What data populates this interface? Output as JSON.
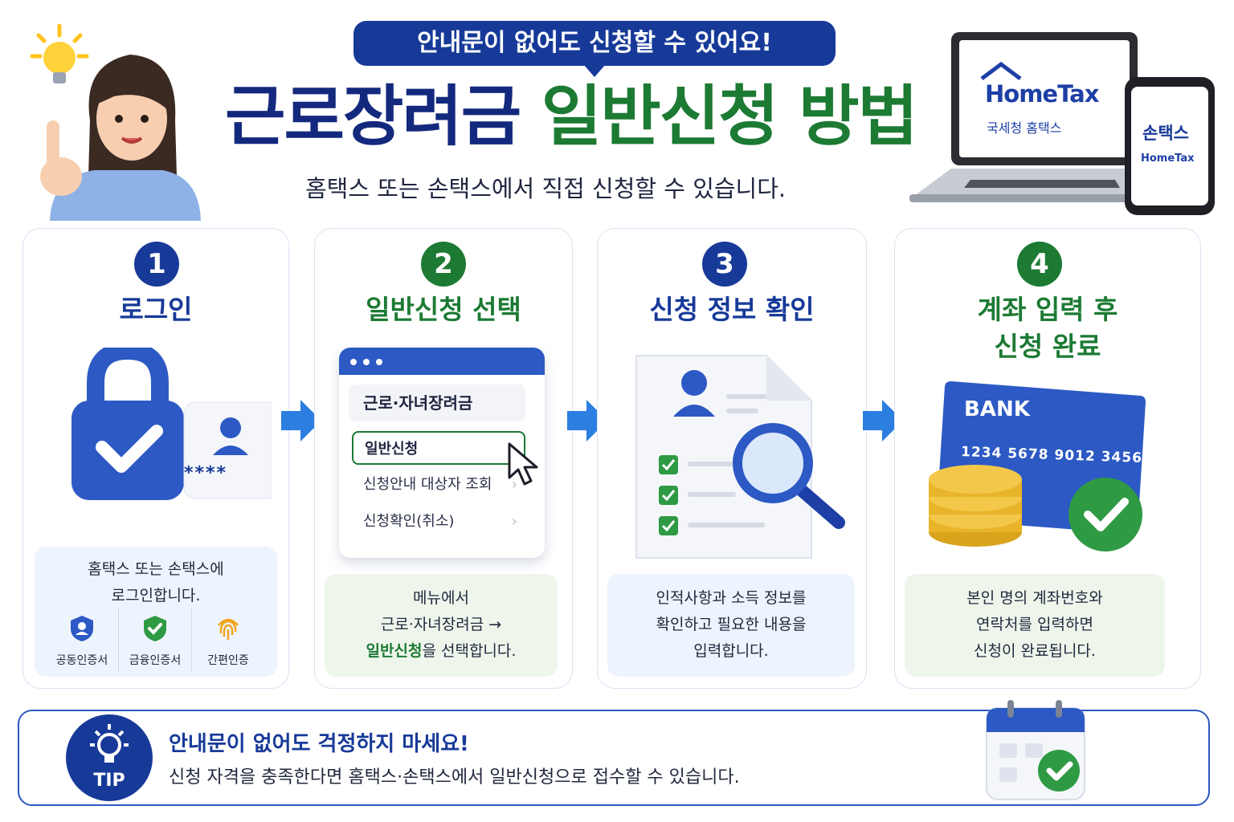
{
  "header": {
    "badge": "안내문이 없어도 신청할 수 있어요!",
    "title_part1": "근로장려금",
    "title_part2": "일반신청 방법",
    "subtitle": "홈택스 또는 손택스에서 직접 신청할 수 있습니다.",
    "hometax_logo": "HomeTax",
    "hometax_sub": "국세청 홈택스",
    "sontax_logo": "손택스",
    "sontax_sub": "HomeTax"
  },
  "steps": [
    {
      "num": "1",
      "title": "로그인",
      "password_mask": "****",
      "desc_line1": "홈택스 또는 손택스에",
      "desc_line2": "로그인합니다.",
      "auth_methods": [
        "공동인증서",
        "금융인증서",
        "간편인증"
      ]
    },
    {
      "num": "2",
      "title": "일반신청 선택",
      "menu_header": "근로·자녀장려금",
      "menu_items": [
        "일반신청",
        "신청안내 대상자 조회",
        "신청확인(취소)"
      ],
      "desc_line1": "메뉴에서",
      "desc_line2": "근로·자녀장려금 →",
      "desc_highlight": "일반신청",
      "desc_line3_rest": "을 선택합니다."
    },
    {
      "num": "3",
      "title": "신청 정보 확인",
      "desc_line1": "인적사항과 소득 정보를",
      "desc_line2": "확인하고 필요한 내용을",
      "desc_line3": "입력합니다."
    },
    {
      "num": "4",
      "title_line1": "계좌 입력 후",
      "title_line2": "신청 완료",
      "bank_label": "BANK",
      "card_number": "1234  5678  9012  3456",
      "desc_line1": "본인 명의 계좌번호와",
      "desc_line2": "연락처를 입력하면",
      "desc_line3": "신청이 완료됩니다."
    }
  ],
  "tip": {
    "label": "TIP",
    "title": "안내문이 없어도 걱정하지 마세요!",
    "text": "신청 자격을 충족한다면 홈택스·손택스에서 일반신청으로 접수할 수 있습니다."
  },
  "colors": {
    "primary_blue": "#173a99",
    "primary_green": "#1c7a33",
    "accent_blue": "#2c59c4"
  }
}
